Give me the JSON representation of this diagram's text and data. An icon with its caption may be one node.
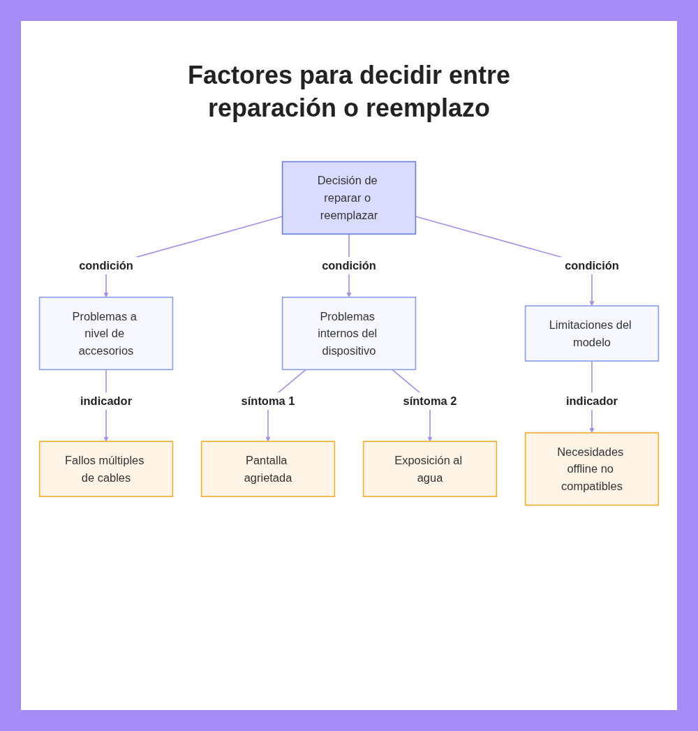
{
  "diagram": {
    "title": "Factores para decidir entre reparación o reemplazo",
    "nodes": [
      {
        "text": [
          "Decisión de reparar o reemplazar"
        ]
      },
      {
        "text": [
          "Problemas a nivel de accesorios"
        ]
      },
      {
        "text": [
          "Problemas internos del dispositivo"
        ]
      },
      {
        "text": [
          "Limitaciones del modelo"
        ]
      },
      {
        "text": [
          "Fallos múltiples de cables"
        ]
      },
      {
        "text": [
          "Pantalla agrietada"
        ]
      },
      {
        "text": [
          "Exposición al agua"
        ]
      },
      {
        "text": [
          "Necesidades offline no compatibles"
        ]
      }
    ],
    "edges": [
      {
        "from": 0,
        "to": 1,
        "arrow": "to",
        "label": "condición"
      },
      {
        "from": 0,
        "to": 2,
        "arrow": "to",
        "label": "condición"
      },
      {
        "from": 0,
        "to": 3,
        "arrow": "to",
        "label": "condición"
      },
      {
        "from": 1,
        "to": 4,
        "arrow": "to",
        "label": "indicador"
      },
      {
        "from": 2,
        "to": 5,
        "arrow": "to",
        "label": "síntoma 1"
      },
      {
        "from": 2,
        "to": 6,
        "arrow": "to",
        "label": "síntoma 2"
      },
      {
        "from": 3,
        "to": 7,
        "arrow": "to",
        "label": "indicador"
      }
    ]
  }
}
